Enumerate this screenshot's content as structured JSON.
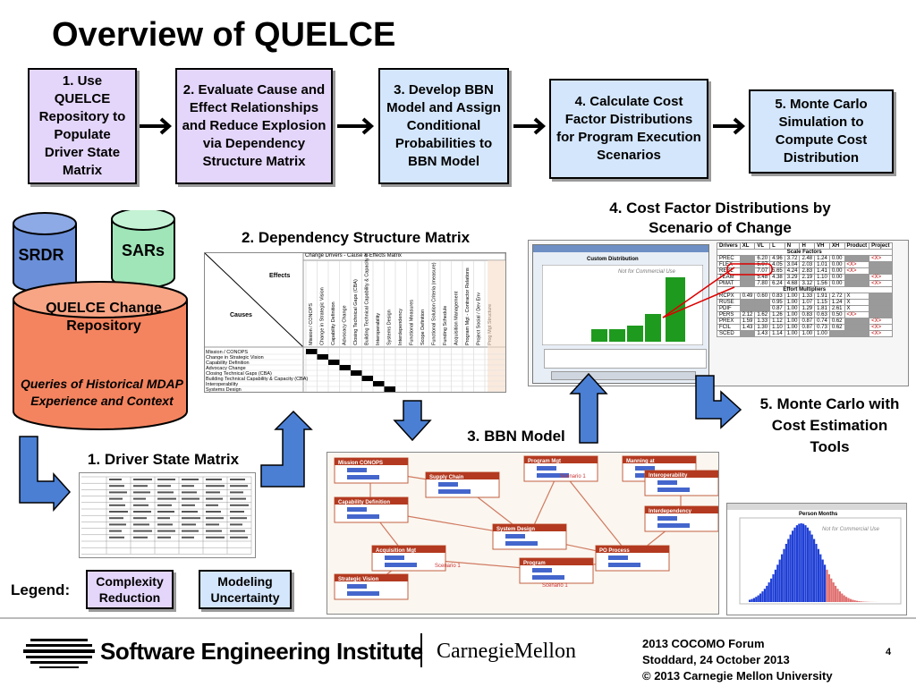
{
  "title": "Overview of QUELCE",
  "steps": [
    {
      "label": "1. Use QUELCE Repository to Populate Driver State Matrix"
    },
    {
      "label": "2. Evaluate Cause and Effect Relationships and Reduce Explosion via Dependency Structure Matrix"
    },
    {
      "label": "3. Develop BBN Model and Assign Conditional Probabilities to BBN Model"
    },
    {
      "label": "4. Calculate Cost Factor Distributions for Program Execution Scenarios"
    },
    {
      "label": "5. Monte Carlo Simulation to Compute Cost Distribution"
    }
  ],
  "repo": {
    "srdr": "SRDR",
    "sars": "SARs",
    "title": "QUELCE Change Repository",
    "subtitle": "Queries of Historical MDAP Experience and Context"
  },
  "sections": {
    "dsm": "2. Dependency Structure Matrix",
    "cost_factor": "4. Cost Factor Distributions by Scenario of Change",
    "bbn": "3. BBN Model",
    "driver_matrix": "1. Driver State Matrix",
    "monte_carlo": "5. Monte Carlo with Cost Estimation Tools"
  },
  "dsm_panel": {
    "header": "Change Drivers - Cause & Effects Matrix",
    "effects": "Effects",
    "causes": "Causes",
    "rows": [
      "Mission / CONOPS",
      "Change in Strategic Vision",
      "Capability Definition",
      "Advocacy Change",
      "Closing Technical Gaps (CBA)",
      "Building Technical Capability & Capacity (CBA)",
      "Interoperability",
      "Systems Design"
    ],
    "cols": [
      "Mission / CONOPS",
      "Change in Strategic Vision",
      "Capability Definition",
      "Advocacy Change",
      "Closing Technical Gaps (CBA)",
      "Building Technical Capability & Capacity (CBA)",
      "Interoperability",
      "Systems Design",
      "Interdependency",
      "Functional Measures",
      "Scope Definition",
      "Functional Solution Criteria (measure)",
      "Funding Schedule",
      "Acquisition Management",
      "Program Mgt - Contractor Relations",
      "Project Social / Dev Env",
      "Prog Mgt Structure"
    ]
  },
  "cost_table": {
    "headers": [
      "Drivers",
      "XL",
      "VL",
      "L",
      "N",
      "H",
      "VH",
      "XH",
      "Product",
      "Project"
    ],
    "scale_label": "Scale Factors",
    "effort_label": "Effort Multipliers",
    "scale_rows": [
      [
        "PREC",
        "",
        "6.20",
        "4.96",
        "3.72",
        "2.48",
        "1.24",
        "0.00",
        "",
        "<X>"
      ],
      [
        "FLEX",
        "",
        "5.07",
        "4.05",
        "3.04",
        "2.03",
        "1.01",
        "0.00",
        "<X>",
        ""
      ],
      [
        "RESL",
        "",
        "7.07",
        "5.65",
        "4.24",
        "2.83",
        "1.41",
        "0.00",
        "<X>",
        ""
      ],
      [
        "TEAM",
        "",
        "5.48",
        "4.38",
        "3.29",
        "2.19",
        "1.10",
        "0.00",
        "",
        "<X>"
      ],
      [
        "PMAT",
        "",
        "7.80",
        "6.24",
        "4.68",
        "3.12",
        "1.56",
        "0.00",
        "",
        "<X>"
      ]
    ],
    "effort_rows": [
      [
        "RCPX",
        "0.49",
        "0.60",
        "0.83",
        "1.00",
        "1.33",
        "1.91",
        "2.72",
        "X",
        ""
      ],
      [
        "RUSE",
        "",
        "",
        "0.95",
        "1.00",
        "1.07",
        "1.15",
        "1.24",
        "X",
        ""
      ],
      [
        "PDIF",
        "",
        "",
        "0.87",
        "1.00",
        "1.29",
        "1.81",
        "2.61",
        "X",
        ""
      ],
      [
        "PERS",
        "2.12",
        "1.62",
        "1.26",
        "1.00",
        "0.83",
        "0.63",
        "0.50",
        "<X>",
        ""
      ],
      [
        "PREX",
        "1.59",
        "1.33",
        "1.12",
        "1.00",
        "0.87",
        "0.74",
        "0.62",
        "",
        "<X>"
      ],
      [
        "FCIL",
        "1.43",
        "1.30",
        "1.10",
        "1.00",
        "0.87",
        "0.73",
        "0.62",
        "",
        "<X>"
      ],
      [
        "SCED",
        "",
        "1.43",
        "1.14",
        "1.00",
        "1.00",
        "1.00",
        "",
        "",
        "<X>"
      ]
    ],
    "dialog_title": "Custom Distribution",
    "not_for_use": "Not for Commercial Use"
  },
  "bbn_nodes": [
    "Mission CONOPS",
    "Supply Chain",
    "Program Mgt",
    "Manning at",
    "Interoperability",
    "Capability Definition",
    "Interdependency",
    "System Design",
    "Acquisition Mgt",
    "PO Process",
    "Program",
    "Strategic Vision"
  ],
  "bbn_scenario": "Scenario 1",
  "histogram": {
    "title": "Person Months",
    "watermark": "Not for Commercial Use"
  },
  "legend": {
    "label": "Legend:",
    "complexity": "Complexity Reduction",
    "modeling": "Modeling Uncertainty"
  },
  "footer": {
    "sei": "Software Engineering Institute",
    "cmu": "CarnegieMellon",
    "line1": "2013 COCOMO Forum",
    "line2": "Stoddard, 24 October 2013",
    "line3": "© 2013 Carnegie Mellon University",
    "page": "4"
  },
  "colors": {
    "purple": "#e4d6fa",
    "blue": "#d4e6fb",
    "arrow": "#4a7fd4",
    "repo_orange": "#f4845f",
    "srdr_blue": "#6b8fd8",
    "sars_green": "#9fe5b8"
  }
}
